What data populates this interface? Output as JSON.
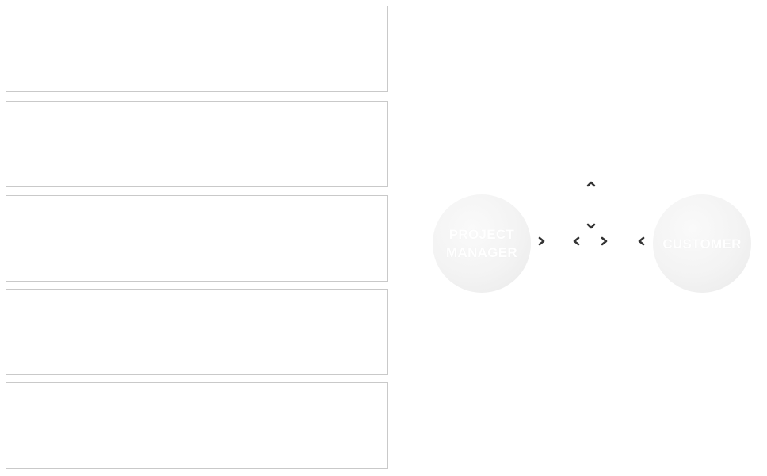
{
  "panels": [
    {
      "name": "panel-1"
    },
    {
      "name": "panel-2"
    },
    {
      "name": "panel-3"
    },
    {
      "name": "panel-4"
    },
    {
      "name": "panel-5"
    }
  ],
  "diagram": {
    "left_node": {
      "label_line1": "Project",
      "label_line2": "Manager"
    },
    "right_node": {
      "label": "Customer"
    },
    "arrows": [
      "chevron-right-icon",
      "chevron-left-icon",
      "chevron-right-icon",
      "chevron-left-icon",
      "chevron-up-icon",
      "chevron-down-icon"
    ]
  },
  "colors": {
    "panel_border": "#c9c9c9",
    "circle_fill": "#f3f3f3",
    "arrow": "#333333"
  }
}
